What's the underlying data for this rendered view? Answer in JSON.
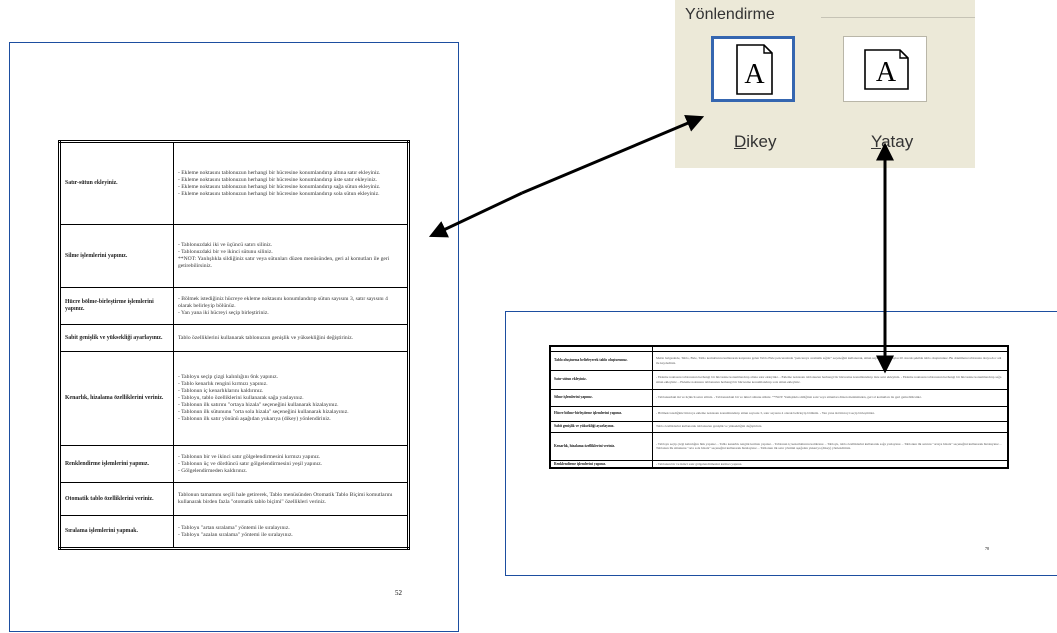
{
  "panel": {
    "group_title": "Yönlendirme",
    "options": [
      {
        "label_prefix": "",
        "label_underlined": "D",
        "label_rest": "ikey",
        "icon": "portrait-page-icon",
        "selected": true
      },
      {
        "label_prefix": "",
        "label_underlined": "Y",
        "label_rest": "atay",
        "icon": "landscape-page-icon",
        "selected": false
      }
    ],
    "icon_letter": "A"
  },
  "portrait_page": {
    "page_number": "52",
    "rows": [
      {
        "label": "Satır-sütun ekleyiniz.",
        "content": [
          "- Ekleme noktasını tablonuzun herhangi bir hücresine konumlandırıp altına satır ekleyiniz.",
          "- Ekleme noktasını tablonuzun herhangi bir hücresine konumlandırıp üste satır ekleyiniz.",
          "- Ekleme noktasını tablonuzun herhangi bir hücresine konumlandırıp sağa sütun ekleyiniz.",
          "- Ekleme noktasını tablonuzun herhangi bir hücresine konumlandırıp sola sütun ekleyiniz."
        ]
      },
      {
        "label": "Silme işlemlerini yapınız.",
        "content": [
          "- Tablonuzdaki iki ve üçüncü satırı siliniz.",
          "- Tablonuzdaki bir ve ikinci sütunu siliniz.",
          "**NOT: Yanlışlıkla sildiğiniz satır veya sütunları düzen menüsünden, geri al komutları ile geri getirebilirsiniz."
        ]
      },
      {
        "label": "Hücre bölme-birleştirme işlemlerini yapınız.",
        "content": [
          "- Bölmek istediğiniz hücreye ekleme noktasını konumlandırıp sütun sayısını 3, satır sayısını 4 olarak belirleyip bölünüz.",
          "- Yan yana iki hücreyi seçip birleştiriniz."
        ]
      },
      {
        "label": "Sabit genişlik ve yüksekliği ayarlayınız.",
        "content": [
          "Tablo özelliklerini kullanarak tablonuzun genişlik ve yüksekliğini değiştiriniz."
        ]
      },
      {
        "label": "Kenarlık, hizalama özelliklerini veriniz.",
        "content": [
          "- Tabloyu seçip çizgi kalınlığını 6nk yapınız.",
          "- Tablo kenarlık rengini kırmızı yapınız.",
          "- Tablonun iç kenarlıklarını kaldırınız.",
          "- Tabloyu, tablo özelliklerini kullanarak sağa yaslayınız.",
          "- Tablonun ilk satırını \"ortaya hizala\" seçeneğini kullanarak hizalayınız.",
          "- Tablonun ilk sütununu \"orta sola hizala\" seçeneğini kullanarak hizalayınız.",
          "- Tablonun ilk satır yönünü aşağıdan yukarıya (dikey) yönlendiriniz."
        ]
      },
      {
        "label": "Renklendirme işlemlerini yapınız.",
        "content": [
          "- Tablonun bir ve ikinci satır gölgelendirmesini kırmızı yapınız.",
          "- Tablonun üç ve dördüncü satır gölgelendirmesini yeşil yapınız.",
          "- Gölgelendirmeden kaldırınız."
        ]
      },
      {
        "label": "Otomatik tablo özelliklerini veriniz.",
        "content": [
          "Tablonun tamamını seçili hale getirerek, Tablo menüsünden Otomatik Tablo Biçimi komutlarını kullanarak birden fazla \"otomatik tablo biçimi\" özellikleri veriniz."
        ]
      },
      {
        "label": "Sıralama işlemlerini yapmak.",
        "content": [
          "- Tabloyu \"artan sıralama\" yöntemi ile sıralayınız.",
          "- Tabloyu \"azalan sıralama\" yöntemi ile sıralayınız."
        ]
      }
    ]
  },
  "landscape_page": {
    "page_number": "78",
    "rows": [
      {
        "label": "",
        "content": ""
      },
      {
        "label": "Tablo oluşturma belirleyerek tablo oluşturunuz.",
        "content": "Metin belgesinde, Tablo, Ekle, Tablo komutlarını kullanarak karşınıza gelen Tablo Ekle penceresinde \"pencereye otomatik sığdır\" seçeneğini kullanarak, sütun sayısı:4 ,satır sayısı:10 olacak şekilde tablo oluşturunuz. Bu dokümanı tablonuzu dosya.doc adı ile kaydediniz."
      },
      {
        "label": "Satır-sütun ekleyiniz.",
        "content": "- Ekleme noktasını tablonuzun herhangi bir hücresine konumlandırıp altına satır ekleyiniz. - Ekleme noktasını tablonuzun herhangi bir hücresine konumlandırıp üste satır ekleyiniz. - Ekleme noktasını tablonuzun herhangi bir hücresine konumlandırıp sağa sütun ekleyiniz. - Ekleme noktasını tablonuzun herhangi bir hücresine konumlandırıp sola sütun ekleyiniz."
      },
      {
        "label": "Silme işlemlerini yapınız.",
        "content": "- Tablonuzdaki iki ve üçüncü satırı siliniz. - Tablonuzdaki bir ve ikinci sütunu siliniz. **NOT: Yanlışlıkla sildiğiniz satır veya sütunları düzen menüsünden, geri al komutları ile geri getirebilirsiniz."
      },
      {
        "label": "Hücre bölme-birleştirme işlemlerini yapınız.",
        "content": "- Bölmek istediğiniz hücreye ekleme noktasını konumlandırıp sütun sayısını 3, satır sayısını 4 olarak belirleyip bölünüz. - Yan yana iki hücreyi seçip birleştiriniz."
      },
      {
        "label": "Sabit genişlik ve yüksekliği ayarlayınız.",
        "content": "Tablo özelliklerini kullanarak tablonuzun genişlik ve yüksekliğini değiştiriniz."
      },
      {
        "label": "Kenarlık, hizalama özelliklerini veriniz.",
        "content": "- Tabloyu seçip çizgi kalınlığını 6nk yapınız. - Tablo kenarlık rengini kırmızı yapınız. - Tablonun iç kenarlıklarını kaldırınız. - Tabloyu, tablo özelliklerini kullanarak sağa yaslayınız. - Tablonun ilk satırını \"ortaya hizala\" seçeneğini kullanarak hizalayınız. - Tablonun ilk sütununu \"orta sola hizala\" seçeneğini kullanarak hizalayınız. - Tablonun ilk satır yönünü aşağıdan yukarıya (dikey) yönlendiriniz."
      },
      {
        "label": "Renklendirme işlemlerini yapınız.",
        "content": "- Tablonun bir ve ikinci satır gölgelendirmesini kırmızı yapınız."
      }
    ]
  },
  "colors": {
    "page_border": "#1d4ea0",
    "panel_bg": "#ece9d8",
    "selected_border": "#3566b0",
    "arrow": "#000000"
  }
}
